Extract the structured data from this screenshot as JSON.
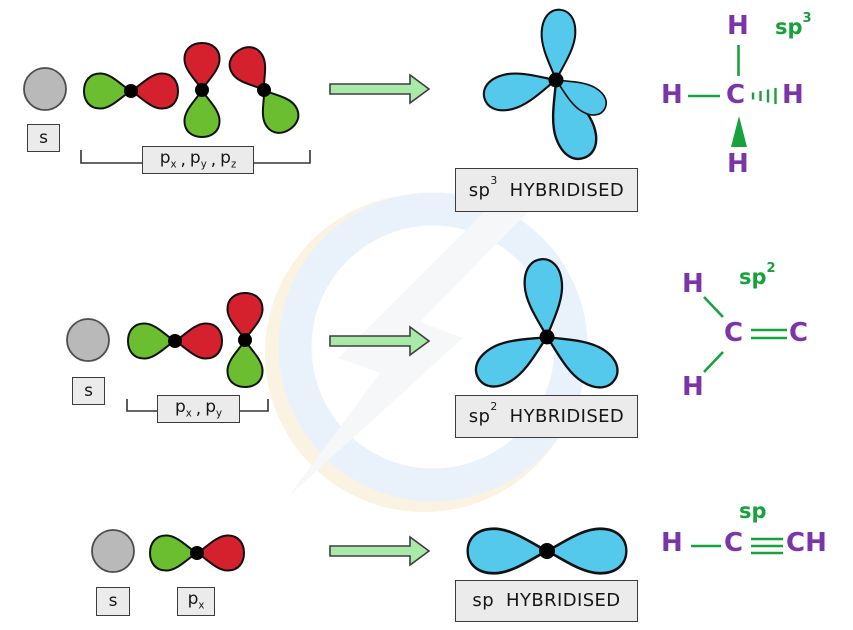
{
  "diagram": "orbital hybridisation (sp3, sp2, sp)",
  "watermark": {
    "icon": "lightning-bolt-logo"
  },
  "colors": {
    "p_lobe_green": "#6abe30",
    "p_lobe_red": "#d5202e",
    "hybrid_lobe_cyan": "#54c9ec",
    "s_orbital_grey": "#b9b9b9",
    "arrow_fill_green": "#a9eaa9",
    "bond_green": "#17a23b",
    "atom_purple": "#7b35a8",
    "label_box_fill": "#ebebeb",
    "watermark_blue": "#e9f1fa"
  },
  "rows": {
    "sp3": {
      "s_label": "s",
      "p_base": "p",
      "p_subs": {
        "x": "x",
        "y": "y",
        "z": "z"
      },
      "separator": ",",
      "hybridised": {
        "base": "sp",
        "sup": "3",
        "word": "HYBRIDISED"
      },
      "molecule": {
        "label_base": "sp",
        "label_sup": "3",
        "h_top": "H",
        "h_left": "H",
        "h_right": "H",
        "h_bottom": "H",
        "c": "C"
      }
    },
    "sp2": {
      "s_label": "s",
      "p_base": "p",
      "p_subs": {
        "x": "x",
        "y": "y"
      },
      "separator": ",",
      "hybridised": {
        "base": "sp",
        "sup": "2",
        "word": "HYBRIDISED"
      },
      "molecule": {
        "label_base": "sp",
        "label_sup": "2",
        "h_top": "H",
        "h_bottom": "H",
        "c_left": "C",
        "c_right": "C"
      }
    },
    "sp": {
      "s_label": "s",
      "p_base": "p",
      "p_subs": {
        "x": "x"
      },
      "hybridised": {
        "base": "sp",
        "word": "HYBRIDISED"
      },
      "molecule": {
        "label": "sp",
        "h_left": "H",
        "c": "C",
        "ch": "CH"
      }
    }
  }
}
